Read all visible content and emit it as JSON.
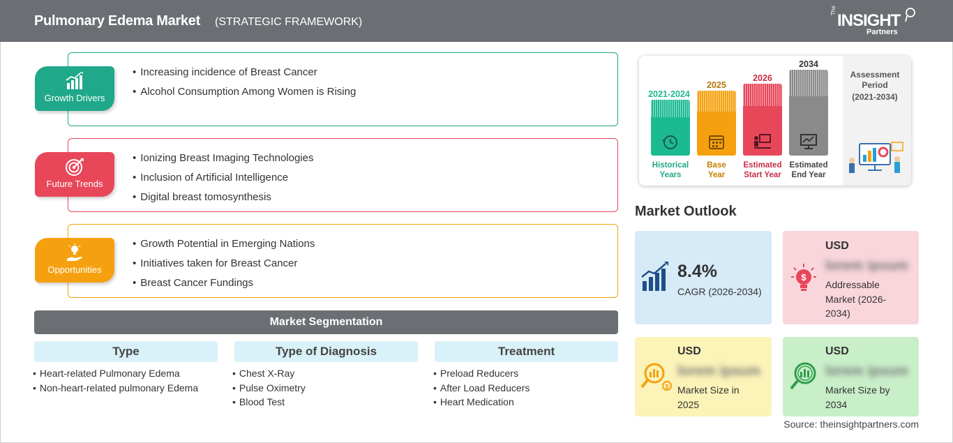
{
  "header": {
    "title": "Pulmonary Edema Market",
    "subtitle": "(STRATEGIC FRAMEWORK)",
    "logo": {
      "the": "The",
      "main": "INSIGHT",
      "partners": "Partners"
    }
  },
  "framework": {
    "growth_drivers": {
      "label": "Growth Drivers",
      "icon": "growth-chart-icon",
      "color": "#1fa889",
      "items": [
        "Increasing incidence of Breast Cancer",
        "Alcohol Consumption Among Women is Rising"
      ]
    },
    "future_trends": {
      "label": "Future Trends",
      "icon": "target-icon",
      "color": "#e8475a",
      "items": [
        "Ionizing Breast Imaging Technologies",
        "Inclusion of Artificial Intelligence",
        "Digital breast tomosynthesis"
      ]
    },
    "opportunities": {
      "label": "Opportunities",
      "icon": "lightbulb-hand-icon",
      "color": "#f5a10f",
      "items": [
        "Growth Potential in Emerging Nations",
        "Initiatives taken for Breast Cancer",
        "Breast Cancer Fundings"
      ]
    }
  },
  "segmentation": {
    "title": "Market Segmentation",
    "columns": [
      {
        "heading": "Type",
        "items": [
          "Heart-related Pulmonary Edema",
          "Non-heart-related pulmonary Edema"
        ]
      },
      {
        "heading": "Type of Diagnosis",
        "items": [
          "Chest X-Ray",
          "Pulse Oximetry",
          "Blood Test"
        ]
      },
      {
        "heading": "Treatment",
        "items": [
          "Preload Reducers",
          "After Load Reducers",
          "Heart Medication"
        ]
      }
    ]
  },
  "timeline": {
    "periods": [
      {
        "year": "2021-2024",
        "label_line1": "Historical",
        "label_line2": "Years",
        "color": "#1cba91",
        "icon": "history-icon"
      },
      {
        "year": "2025",
        "label_line1": "Base",
        "label_line2": "Year",
        "color": "#f5a10f",
        "icon": "calendar-icon"
      },
      {
        "year": "2026",
        "label_line1": "Estimated",
        "label_line2": "Start Year",
        "color": "#e8475a",
        "icon": "presentation-icon"
      },
      {
        "year": "2034",
        "label_line1": "Estimated",
        "label_line2": "End Year",
        "color": "#8a8a8a",
        "icon": "monitor-chart-icon"
      }
    ],
    "assessment": {
      "line1": "Assessment",
      "line2": "Period",
      "line3": "(2021-2034)"
    }
  },
  "outlook": {
    "title": "Market Outlook",
    "cagr": {
      "value": "8.4%",
      "label": "CAGR (2026-2034)",
      "icon": "growth-chart-icon",
      "color": "#d6ebf7"
    },
    "addressable": {
      "usd": "USD",
      "blur": "lorem ipsum",
      "line1": "Addressable",
      "line2": "Market (2026-",
      "line3": "2034)",
      "icon": "lightbulb-dollar-icon",
      "color": "#f9d6dc"
    },
    "size_2025": {
      "usd": "USD",
      "blur": "lorem ipsum",
      "line1": "Market Size in",
      "line2": "2025",
      "icon": "magnifier-dollar-icon",
      "color": "#fbf3b8"
    },
    "size_2034": {
      "usd": "USD",
      "blur": "lorem ipsum",
      "line1": "Market Size by",
      "line2": "2034",
      "icon": "magnifier-chart-icon",
      "color": "#c9efc9"
    }
  },
  "source": "Source: theinsightpartners.com"
}
